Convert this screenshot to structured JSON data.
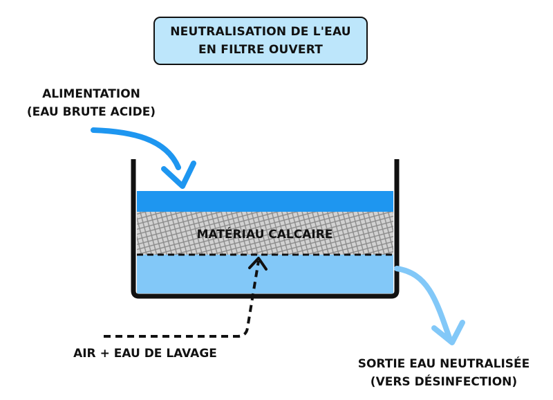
{
  "title": {
    "line1": "NEUTRALISATION DE L'EAU",
    "line2": "EN FILTRE OUVERT"
  },
  "feed": {
    "line1": "ALIMENTATION",
    "line2": "(EAU BRUTE ACIDE)"
  },
  "media": {
    "label": "MATÉRIAU CALCAIRE"
  },
  "backwash": {
    "label": "AIR + EAU DE LAVAGE"
  },
  "outlet": {
    "line1": "SORTIE EAU NEUTRALISÉE",
    "line2": "(VERS DÉSINFECTION)"
  },
  "colors": {
    "water_top": "#1e96f0",
    "water_bottom": "#82c8f8",
    "arrow_feed": "#1e96f0",
    "arrow_outlet": "#82c8f8",
    "title_bg": "#bde6fb",
    "media_base": "#d2d2d2"
  }
}
